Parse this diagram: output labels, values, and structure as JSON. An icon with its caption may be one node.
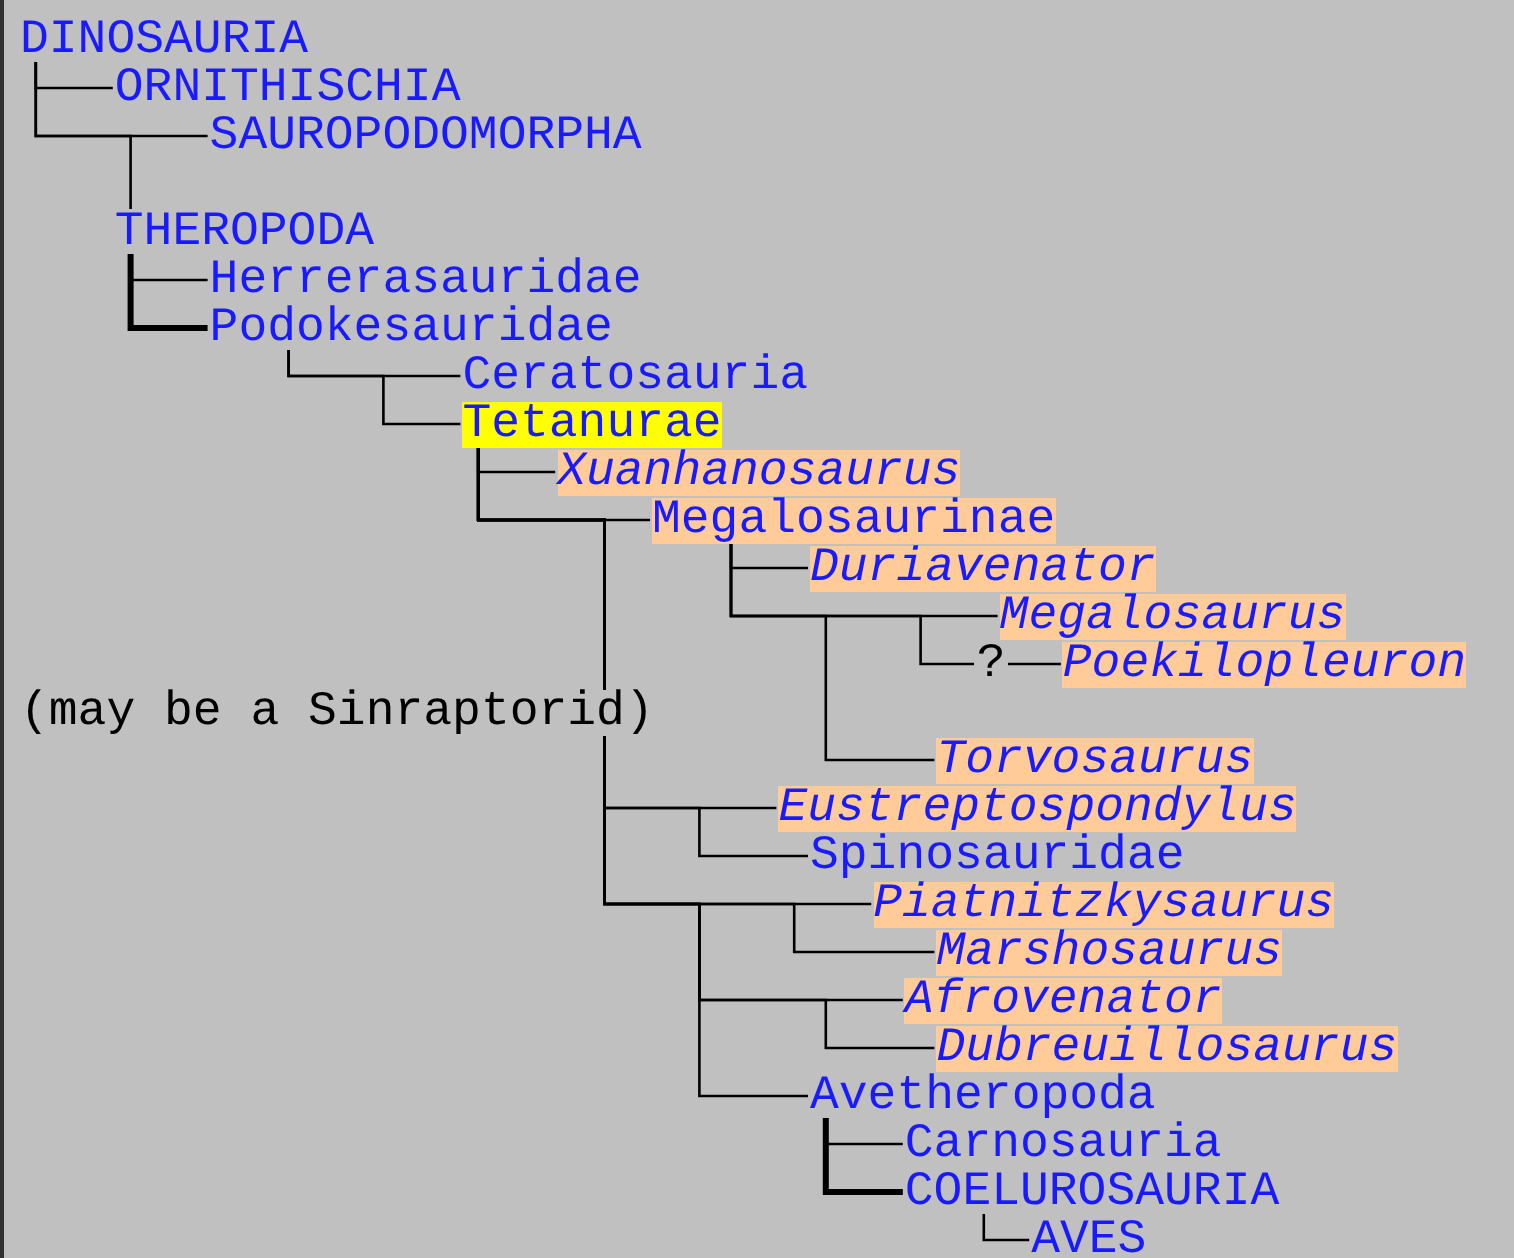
{
  "diagram": {
    "nodes": [
      {
        "text": [
          "DINOSAURIA"
        ]
      },
      {
        "text": [
          "ORNITHISCHIA"
        ]
      },
      {
        "text": [
          "SAUROPODOMORPHA"
        ]
      },
      {
        "text": [
          "THEROPODA"
        ]
      },
      {
        "text": [
          "Herrerasauridae"
        ]
      },
      {
        "text": [
          "Podokesauridae"
        ]
      },
      {
        "text": [
          "Ceratosauria"
        ]
      },
      {
        "text": [
          "Tetanurae"
        ]
      },
      {
        "text": [
          "Xuanhanosaurus"
        ]
      },
      {
        "text": [
          "Megalosaurinae"
        ]
      },
      {
        "text": [
          "Duriavenator"
        ]
      },
      {
        "text": [
          "Megalosaurus"
        ]
      },
      {
        "text": [
          "Poekilopleuron"
        ]
      },
      {
        "text": [
          "Torvosaurus"
        ]
      },
      {
        "text": [
          "Eustreptospondylus"
        ]
      },
      {
        "text": [
          "Spinosauridae"
        ]
      },
      {
        "text": [
          "Piatnitzkysaurus"
        ]
      },
      {
        "text": [
          "Marshosaurus"
        ]
      },
      {
        "text": [
          "Afrovenator"
        ]
      },
      {
        "text": [
          "Dubreuillosaurus"
        ]
      },
      {
        "text": [
          "Avetheropoda"
        ]
      },
      {
        "text": [
          "Carnosauria"
        ]
      },
      {
        "text": [
          "COELUROSAURIA"
        ]
      },
      {
        "text": [
          "AVES"
        ]
      }
    ],
    "edges": [
      {
        "from": 0,
        "to": 1,
        "arrow": "none"
      },
      {
        "from": 0,
        "to": 2,
        "arrow": "none"
      },
      {
        "from": 0,
        "to": 3,
        "arrow": "none"
      },
      {
        "from": 3,
        "to": 4,
        "arrow": "none"
      },
      {
        "from": 3,
        "to": 5,
        "arrow": "none",
        "style": "thick"
      },
      {
        "from": 5,
        "to": 6,
        "arrow": "none"
      },
      {
        "from": 5,
        "to": 7,
        "arrow": "none"
      },
      {
        "from": 7,
        "to": 8,
        "arrow": "none"
      },
      {
        "from": 7,
        "to": 9,
        "arrow": "none"
      },
      {
        "from": 9,
        "to": 10,
        "arrow": "none"
      },
      {
        "from": 9,
        "to": 11,
        "arrow": "none"
      },
      {
        "from": 9,
        "to": 12,
        "arrow": "none",
        "label": "?"
      },
      {
        "from": 9,
        "to": 13,
        "arrow": "none"
      },
      {
        "from": 7,
        "to": 14,
        "arrow": "none"
      },
      {
        "from": 7,
        "to": 15,
        "arrow": "none"
      },
      {
        "from": 7,
        "to": 16,
        "arrow": "none"
      },
      {
        "from": 7,
        "to": 17,
        "arrow": "none"
      },
      {
        "from": 7,
        "to": 18,
        "arrow": "none"
      },
      {
        "from": 7,
        "to": 19,
        "arrow": "none"
      },
      {
        "from": 7,
        "to": 20,
        "arrow": "none"
      },
      {
        "from": 20,
        "to": 21,
        "arrow": "none"
      },
      {
        "from": 20,
        "to": 22,
        "arrow": "none",
        "style": "thick"
      },
      {
        "from": 22,
        "to": 23,
        "arrow": "none"
      }
    ],
    "labels": [
      "(may be a Sinraptorid)"
    ]
  }
}
